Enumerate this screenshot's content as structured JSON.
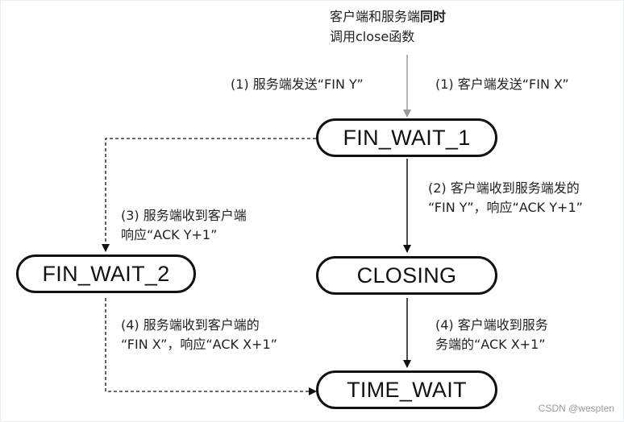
{
  "intro": {
    "line1": "客户端和服务端",
    "line1_bold": "同时",
    "line2": "调用close函数"
  },
  "labels": {
    "server_send": "(1) 服务端发送“FIN Y”",
    "client_send": "(1) 客户端发送“FIN X”",
    "l2_line1": "(2) 客户端收到服务端发的",
    "l2_line2": "“FIN Y”，响应“ACK Y+1”",
    "l3_line1": "(3) 服务端收到客户端",
    "l3_line2": "响应“ACK Y+1”",
    "l4s_line1": "(4) 服务端收到客户端的",
    "l4s_line2": "“FIN X”，响应“ACK X+1”",
    "l4c_line1": "(4) 客户端收到服务",
    "l4c_line2": "务端的“ACK X+1”"
  },
  "states": {
    "fin_wait_1": "FIN_WAIT_1",
    "fin_wait_2": "FIN_WAIT_2",
    "closing": "CLOSING",
    "time_wait": "TIME_WAIT"
  },
  "watermark": "CSDN @wespten",
  "colors": {
    "line": "#111111",
    "grey_arrow": "#9a9a9a"
  }
}
